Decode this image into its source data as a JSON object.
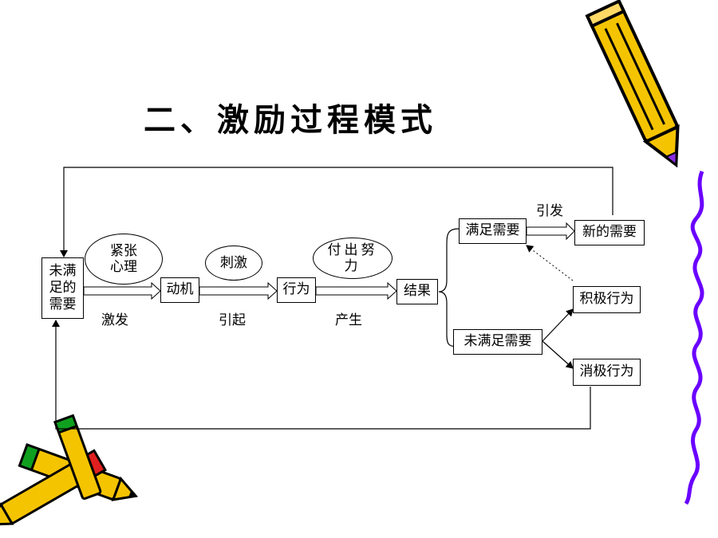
{
  "title": "二、激励过程模式",
  "nodes": {
    "unmet_need": "未满足的需要",
    "motive": "动机",
    "behavior": "行为",
    "result": "结果",
    "satisfied_need": "满足需要",
    "new_need": "新的需要",
    "unsatisfied_need": "未满足需要",
    "positive_behavior": "积极行为",
    "negative_behavior": "消极行为"
  },
  "ovals": {
    "tension": "紧张心理",
    "stimulus": "刺激",
    "effort": "付出努力"
  },
  "edge_labels": {
    "arouse": "激发",
    "cause": "引起",
    "produce": "产生",
    "trigger": "引发"
  },
  "colors": {
    "line": "#000000",
    "pencil_body": "#f5c400",
    "pencil_outline": "#000000",
    "pencil_lead": "#8a2be2",
    "wave_border": "#6a00ff",
    "eraser_red": "#e02020",
    "eraser_green": "#10a020"
  },
  "decorations": [
    "pencil-icon",
    "pencils-crossed-icon",
    "wavy-border"
  ]
}
